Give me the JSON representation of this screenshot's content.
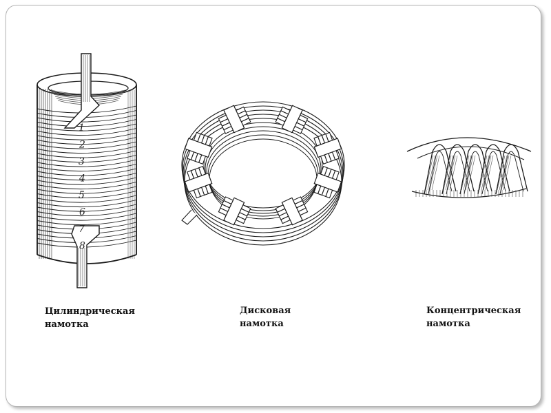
{
  "figures": [
    {
      "id": "cylindrical",
      "caption_line1": "Цилиндрическая",
      "caption_line2": "намотка",
      "turn_labels": [
        "1",
        "2",
        "3",
        "4",
        "5",
        "6",
        "7",
        "8"
      ]
    },
    {
      "id": "disc",
      "caption_line1": "Дисковая",
      "caption_line2": "намотка"
    },
    {
      "id": "concentric",
      "caption_line1": "Концентрическая",
      "caption_line2": "намотка"
    }
  ]
}
